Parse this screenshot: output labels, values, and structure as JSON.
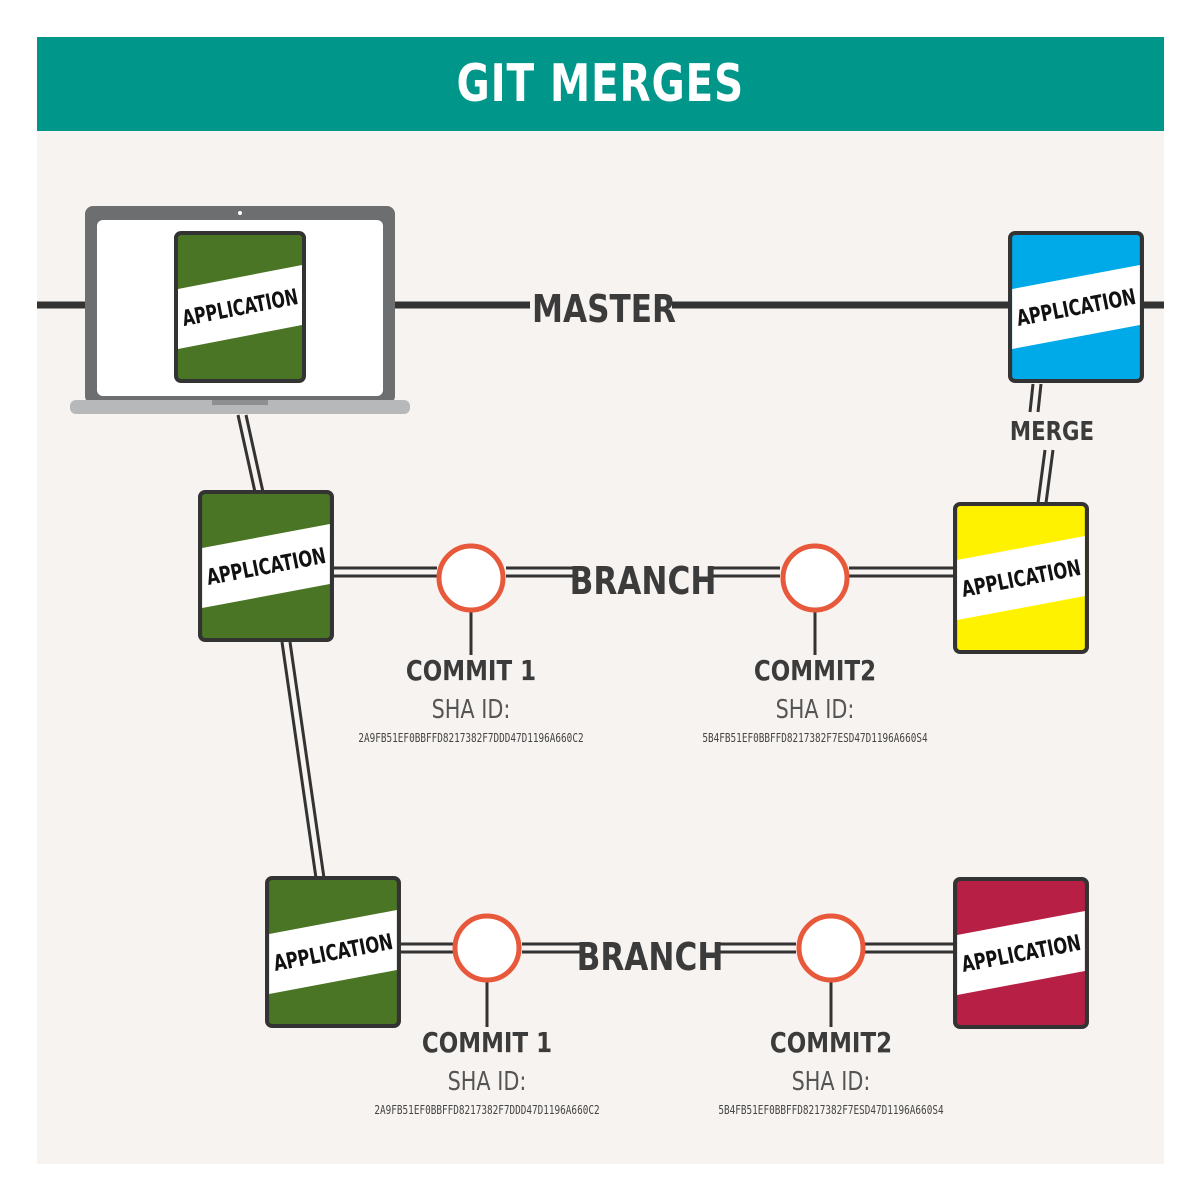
{
  "title": "GIT MERGES",
  "colors": {
    "header": "#00968a",
    "background": "#f7f3f0",
    "green_app": "#4a7524",
    "blue_app": "#00a9e8",
    "yellow_app": "#fff200",
    "red_app": "#b81f45",
    "commit_ring": "#e8583a",
    "line": "#333333"
  },
  "master": {
    "label": "MASTER",
    "laptop_app": {
      "label": "APPLICATION",
      "color": "#4a7524"
    },
    "merged_app": {
      "label": "APPLICATION",
      "color": "#00a9e8"
    }
  },
  "merge_label": "MERGE",
  "branch1": {
    "label": "BRANCH",
    "start_app": {
      "label": "APPLICATION",
      "color": "#4a7524"
    },
    "end_app": {
      "label": "APPLICATION",
      "color": "#fff200"
    },
    "commit1": {
      "title": "COMMIT 1",
      "sha_label": "SHA ID:",
      "sha": "2A9FB51EF0BBFFD8217382F7DDD47D1196A660C2"
    },
    "commit2": {
      "title": "COMMIT2",
      "sha_label": "SHA ID:",
      "sha": "5B4FB51EF0BBFFD8217382F7ESD47D1196A660S4"
    }
  },
  "branch2": {
    "label": "BRANCH",
    "start_app": {
      "label": "APPLICATION",
      "color": "#4a7524"
    },
    "end_app": {
      "label": "APPLICATION",
      "color": "#b81f45"
    },
    "commit1": {
      "title": "COMMIT 1",
      "sha_label": "SHA ID:",
      "sha": "2A9FB51EF0BBFFD8217382F7DDD47D1196A660C2"
    },
    "commit2": {
      "title": "COMMIT2",
      "sha_label": "SHA ID:",
      "sha": "5B4FB51EF0BBFFD8217382F7ESD47D1196A660S4"
    }
  }
}
